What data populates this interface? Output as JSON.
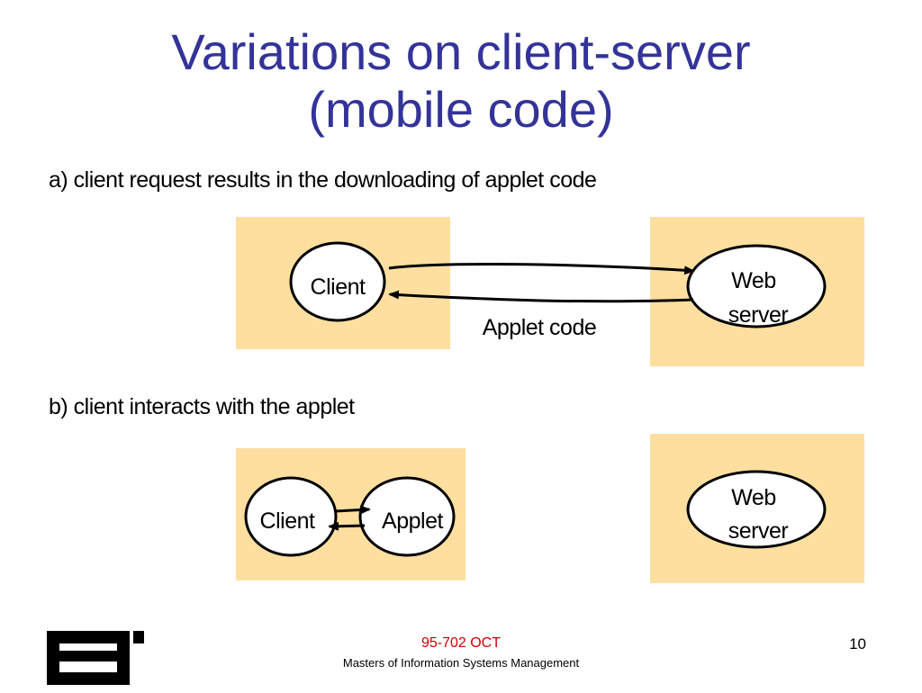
{
  "slide": {
    "title_line1": "Variations on client-server",
    "title_line2": "(mobile code)",
    "caption_a": "a) client request results in the downloading of applet code",
    "caption_b": "b) client interacts with the applet"
  },
  "diagram_a": {
    "client_label": "Client",
    "server_label_1": "Web",
    "server_label_2": "server",
    "arrow_label": "Applet code"
  },
  "diagram_b": {
    "client_label": "Client",
    "applet_label": "Applet",
    "server_label_1": "Web",
    "server_label_2": "server"
  },
  "footer": {
    "course": "95-702 OCT",
    "subtitle": "Masters of Information Systems Management",
    "page": "10"
  },
  "colors": {
    "title": "#333399",
    "box_fill": "#ffdf9f",
    "footer_course": "#cc0000"
  }
}
